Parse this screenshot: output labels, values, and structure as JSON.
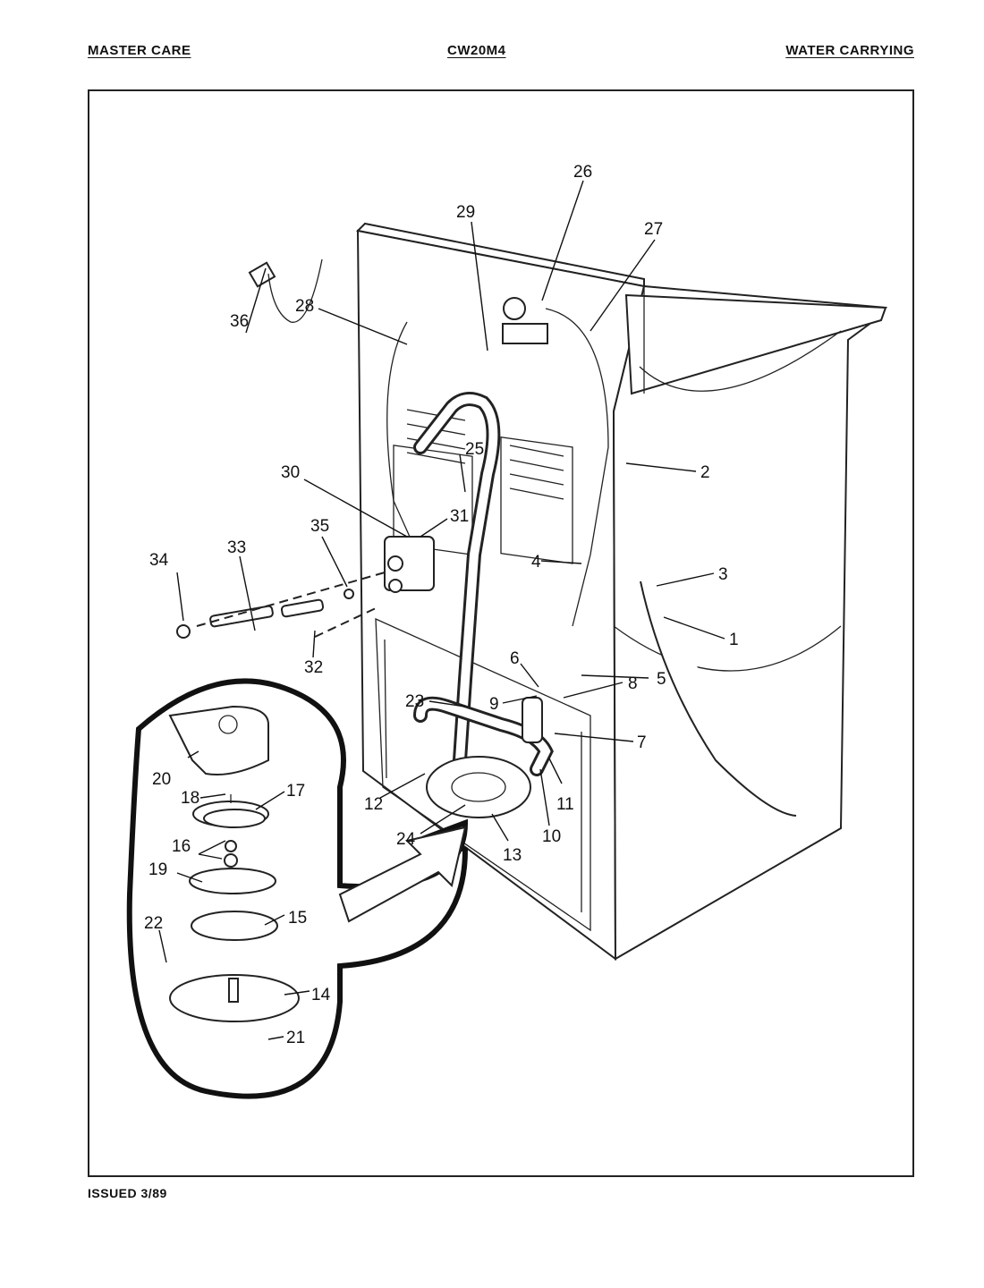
{
  "header": {
    "left": "MASTER CARE",
    "center": "CW20M4",
    "right": "WATER CARRYING"
  },
  "footer": {
    "issued": "ISSUED 3/89"
  },
  "callouts": [
    "1",
    "2",
    "3",
    "4",
    "5",
    "6",
    "7",
    "8",
    "9",
    "10",
    "11",
    "12",
    "13",
    "14",
    "15",
    "16",
    "17",
    "18",
    "19",
    "20",
    "21",
    "22",
    "23",
    "24",
    "25",
    "26",
    "27",
    "28",
    "29",
    "30",
    "31",
    "32",
    "33",
    "34",
    "35",
    "36"
  ]
}
